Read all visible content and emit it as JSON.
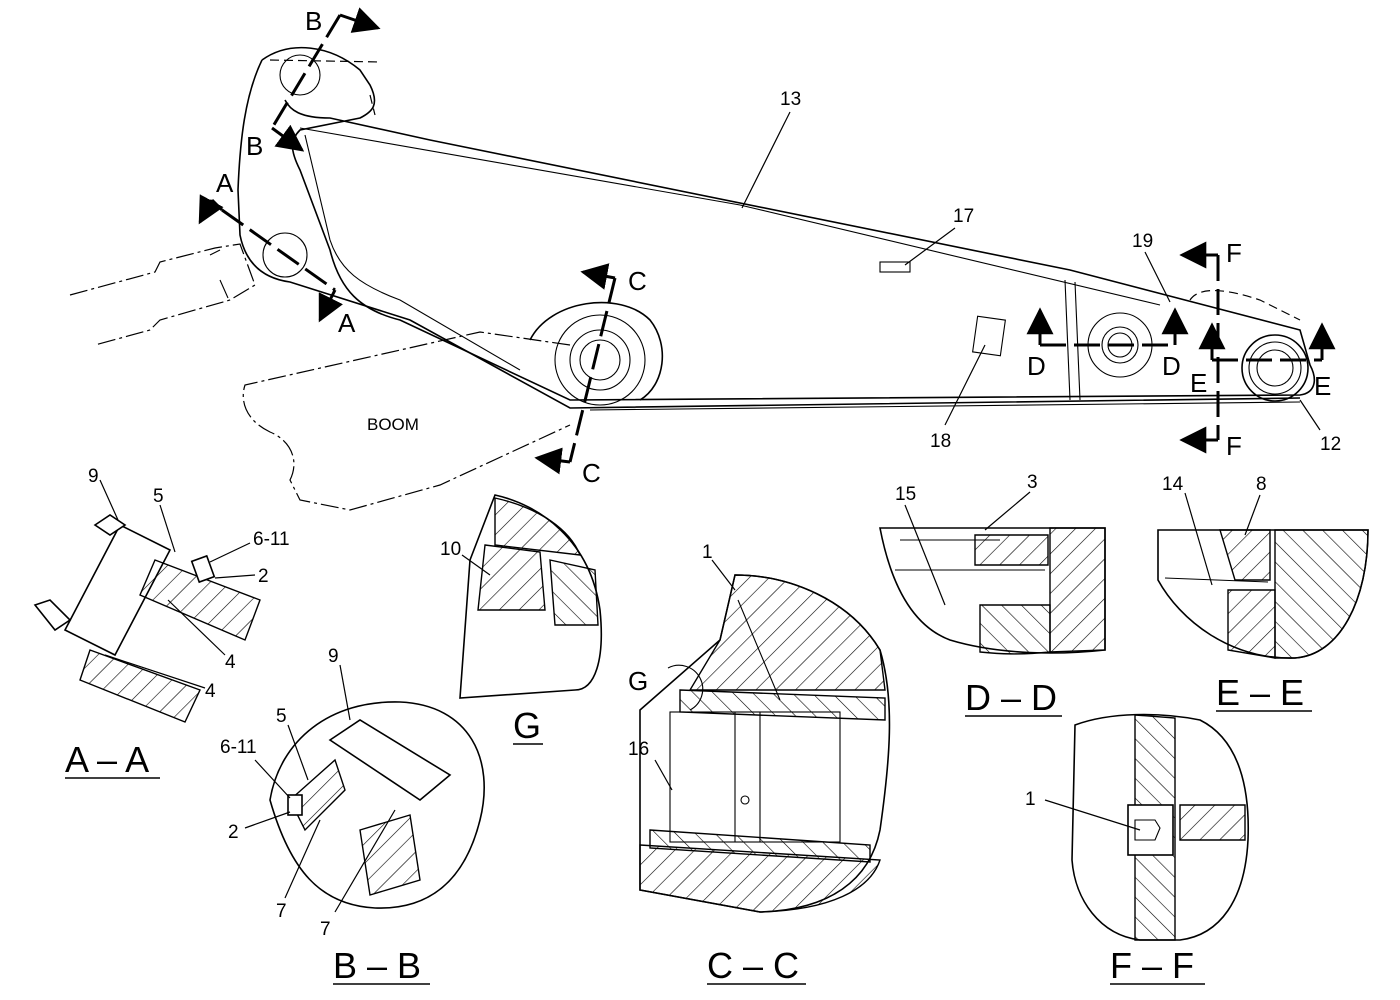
{
  "main_view": {
    "boom_label": "BOOM",
    "callouts": {
      "c13": "13",
      "c17": "17",
      "c18": "18",
      "c19": "19",
      "c12": "12"
    },
    "section_markers": {
      "A": "A",
      "B": "B",
      "C": "C",
      "D": "D",
      "E": "E",
      "F": "F"
    }
  },
  "views": {
    "aa": {
      "title": "A – A",
      "callouts": {
        "c9": "9",
        "c5": "5",
        "c6_11": "6-11",
        "c2": "2",
        "c4a": "4",
        "c4b": "4"
      }
    },
    "bb": {
      "title": "B – B",
      "callouts": {
        "c9": "9",
        "c5": "5",
        "c6_11": "6-11",
        "c2": "2",
        "c7a": "7",
        "c7b": "7"
      }
    },
    "g": {
      "title": "G",
      "callouts": {
        "c10": "10"
      }
    },
    "cc": {
      "title": "C – C",
      "callouts": {
        "c1": "1",
        "c16": "16",
        "detail_g": "G"
      }
    },
    "dd": {
      "title": "D – D",
      "callouts": {
        "c15": "15",
        "c3": "3"
      }
    },
    "ee": {
      "title": "E – E",
      "callouts": {
        "c14": "14",
        "c8": "8"
      }
    },
    "ff": {
      "title": "F – F",
      "callouts": {
        "c1": "1"
      }
    }
  }
}
